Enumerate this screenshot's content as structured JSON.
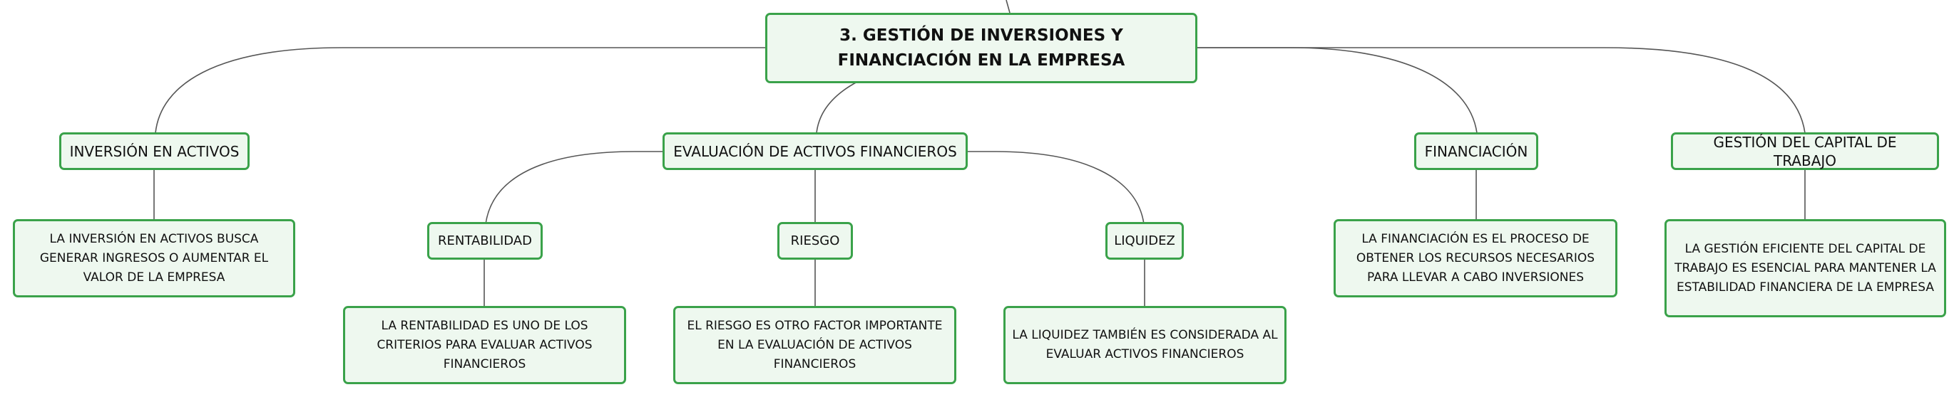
{
  "mindmap": {
    "root": "3. GESTIÓN DE INVERSIONES Y FINANCIACIÓN EN LA EMPRESA",
    "branches": {
      "inversion": {
        "title": "INVERSIÓN EN ACTIVOS",
        "detail": "LA INVERSIÓN EN ACTIVOS BUSCA GENERAR INGRESOS O AUMENTAR EL VALOR DE LA EMPRESA"
      },
      "evaluacion": {
        "title": "EVALUACIÓN DE ACTIVOS FINANCIEROS",
        "rentabilidad": {
          "title": "RENTABILIDAD",
          "detail": "LA RENTABILIDAD ES UNO DE LOS CRITERIOS PARA EVALUAR ACTIVOS FINANCIEROS"
        },
        "riesgo": {
          "title": "RIESGO",
          "detail": "EL RIESGO ES OTRO FACTOR IMPORTANTE EN LA EVALUACIÓN DE ACTIVOS FINANCIEROS"
        },
        "liquidez": {
          "title": "LIQUIDEZ",
          "detail": "LA LIQUIDEZ TAMBIÉN ES CONSIDERADA AL EVALUAR ACTIVOS FINANCIEROS"
        }
      },
      "financiacion": {
        "title": "FINANCIACIÓN",
        "detail": "LA FINANCIACIÓN ES EL PROCESO DE OBTENER LOS RECURSOS NECESARIOS PARA LLEVAR A CABO INVERSIONES"
      },
      "capital": {
        "title": "GESTIÓN DEL CAPITAL DE TRABAJO",
        "detail": "LA GESTIÓN EFICIENTE DEL CAPITAL DE TRABAJO ES ESENCIAL PARA MANTENER LA ESTABILIDAD FINANCIERA DE LA EMPRESA"
      }
    }
  },
  "colors": {
    "node_border": "#3aa24a",
    "node_fill": "#eef8ef",
    "connector": "#555555"
  }
}
